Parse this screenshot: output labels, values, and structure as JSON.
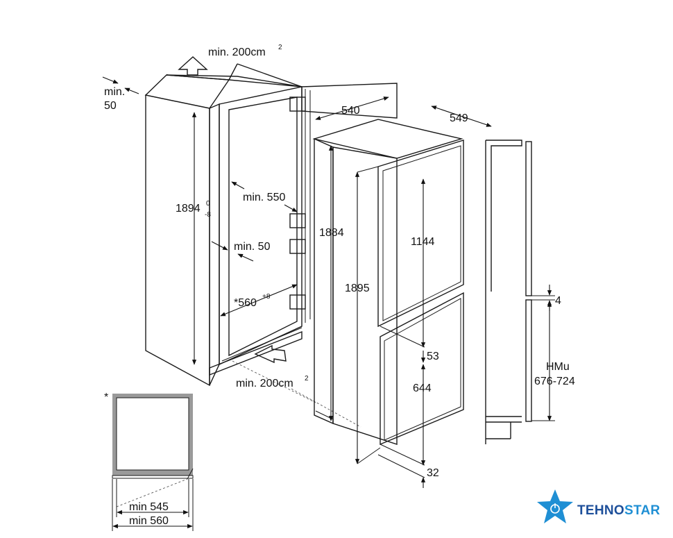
{
  "labels": {
    "vent_top": "min. 200cm",
    "vent_top_sup": "2",
    "rear_gap_min": "min.",
    "rear_gap_val": "50",
    "niche_height": "1894",
    "niche_height_tol_upper": "0",
    "niche_height_tol_lower": "-8",
    "niche_depth": "min. 550",
    "side_gap": "min. 50",
    "niche_width": "*560",
    "niche_width_tol": "+8",
    "vent_bottom": "min. 200cm",
    "vent_bottom_sup": "2",
    "appliance_width": "540",
    "appliance_depth": "549",
    "appliance_height": "1884",
    "overall_height": "1895",
    "upper_door": "1144",
    "door_gap": "53",
    "lower_door": "644",
    "bottom_gap": "32",
    "furniture_gap": "4",
    "hmu_label": "HMu",
    "hmu_range": "676-724",
    "footnote_mark": "*",
    "min_545": "min 545",
    "min_560": "min 560"
  },
  "watermark": {
    "text_a": "TEHNO",
    "text_b": "STAR"
  },
  "colors": {
    "line": "#1a1a1a",
    "logo_blue": "#1f8fd4",
    "logo_dark": "#1d4f9a",
    "panel": "#9a9a9a"
  }
}
